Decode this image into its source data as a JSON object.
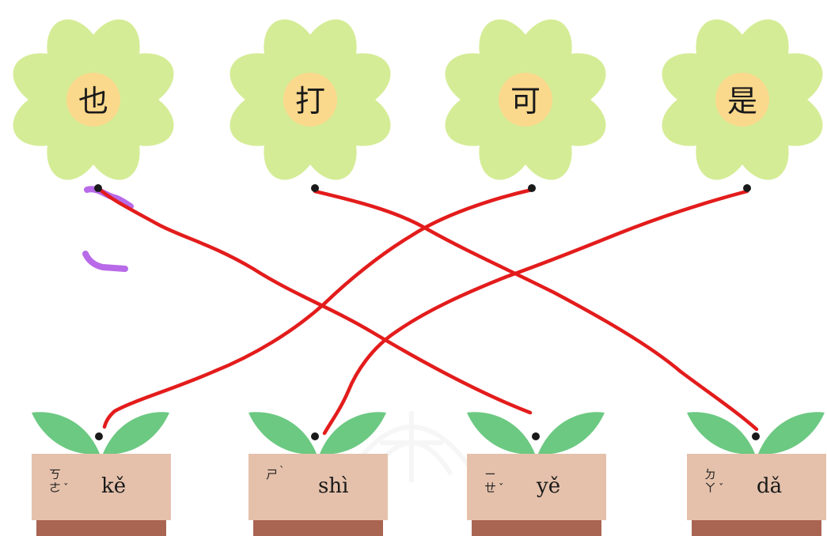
{
  "flowers": [
    {
      "char": "也"
    },
    {
      "char": "打"
    },
    {
      "char": "可"
    },
    {
      "char": "是"
    }
  ],
  "pots": [
    {
      "bopomofo": [
        "ㄎ",
        "ㄜ"
      ],
      "tone": "ˇ",
      "pinyin": "kě"
    },
    {
      "bopomofo": [
        "ㄕ"
      ],
      "tone": "ˋ",
      "pinyin": "shì"
    },
    {
      "bopomofo": [
        "ㄧ",
        "ㄝ"
      ],
      "tone": "ˇ",
      "pinyin": "yě"
    },
    {
      "bopomofo": [
        "ㄉ",
        "ㄚ"
      ],
      "tone": "ˇ",
      "pinyin": "dǎ"
    }
  ],
  "connections": [
    {
      "from_flower": 0,
      "to_pot": 2
    },
    {
      "from_flower": 1,
      "to_pot": 3
    },
    {
      "from_flower": 2,
      "to_pot": 0
    },
    {
      "from_flower": 3,
      "to_pot": 1
    }
  ],
  "colors": {
    "petal": "#d5ec96",
    "center": "#fad88c",
    "leaf": "#6cc982",
    "pot": "#e5c1ab",
    "pot_base": "#aa6452",
    "line": "#e31c1c",
    "highlighter": "#b86ae8"
  }
}
